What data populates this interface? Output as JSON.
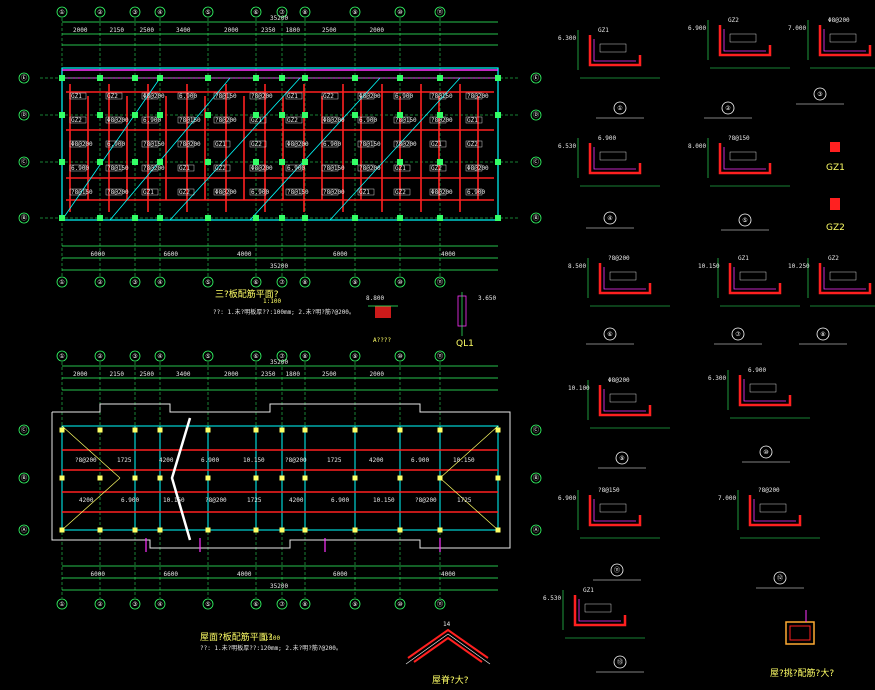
{
  "plan1": {
    "title": "三?板配筋平面?",
    "scale": "1:100",
    "axes_top": [
      "①",
      "②",
      "③",
      "④",
      "⑤",
      "⑥",
      "⑦",
      "⑧",
      "⑨",
      "⑩",
      "⑪"
    ],
    "axes_side": [
      "Ⓔ",
      "Ⓓ",
      "Ⓒ",
      "Ⓑ",
      "Ⓐ"
    ],
    "dims_top": [
      "2000",
      "2150",
      "2500",
      "3400",
      "2000",
      "2350",
      "1800",
      "2500",
      "2000"
    ],
    "dims_bottom": [
      "6000",
      "6600",
      "4000",
      "6000",
      "4000"
    ],
    "overall": "35200",
    "labels": [
      "GZ1",
      "GZ2",
      "Φ8@200",
      "6.900",
      "?8@150",
      "?8@200"
    ],
    "note": "??: 1.未?明板厚??:100mm; 2.未?明?筋?@200。"
  },
  "plan2": {
    "title": "屋面?板配筋平面?",
    "scale": "1:100",
    "axes_top": [
      "①",
      "②",
      "③",
      "④",
      "⑤",
      "⑥",
      "⑦",
      "⑧",
      "⑨",
      "⑩",
      "⑪"
    ],
    "axes_side": [
      "Ⓒ",
      "Ⓑ",
      "Ⓐ"
    ],
    "dims_top": [
      "2000",
      "2150",
      "2500",
      "3400",
      "2000",
      "2350",
      "1800",
      "2500",
      "2000"
    ],
    "dims_bottom": [
      "6000",
      "6600",
      "4000",
      "6000",
      "4000"
    ],
    "overall": "35200",
    "labels": [
      "?8@200",
      "1725",
      "4200",
      "6.900",
      "10.150"
    ],
    "note": "??: 1.未?明板厚??:120mm; 2.未?明?筋?@200。"
  },
  "middle": {
    "ql_label": "QL1",
    "section_label": "A????",
    "elevs": [
      "8.800",
      "3.650"
    ]
  },
  "bottom": {
    "ridge_label": "屋脊?大?",
    "ridge_dim": "14"
  },
  "details": {
    "numbers": [
      "①",
      "②",
      "③",
      "④",
      "⑤",
      "⑥",
      "⑦",
      "⑧",
      "⑨",
      "⑩",
      "⑪",
      "⑫",
      "⑬"
    ],
    "elevs": [
      "6.300",
      "6.900",
      "7.000",
      "6.530",
      "8.000",
      "8.500",
      "10.150",
      "10.250",
      "10.100"
    ],
    "gz1": "GZ1",
    "gz2": "GZ2",
    "right_label": "屋?挑?配筋?大?"
  }
}
